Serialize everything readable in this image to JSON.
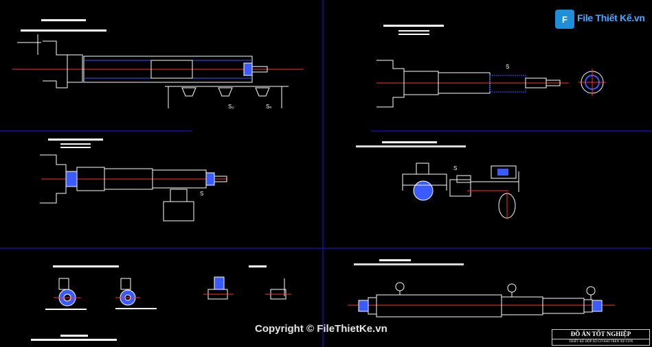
{
  "drawing": {
    "background": "#000000",
    "frame_line_color": "#1a1aff",
    "axis_line_color": "#ff3030",
    "part_line_color": "#ffffff",
    "hatch_color": "#3a5bff"
  },
  "labels": {
    "feed_s": "S",
    "feed_s0": "S₀",
    "feed_sn": "Sₙ"
  },
  "logo": {
    "icon": "filethietke-logo-icon",
    "mark": "F",
    "text": "File Thiết Kế.vn"
  },
  "watermark": "Copyright © FileThietKe.vn",
  "title_block": {
    "title": "ĐỒ ÁN TỐT NGHIỆP",
    "subtitle": "THIẾT KẾ HỘP SỐ CƠ KHÍ TRÊN XE CON"
  }
}
